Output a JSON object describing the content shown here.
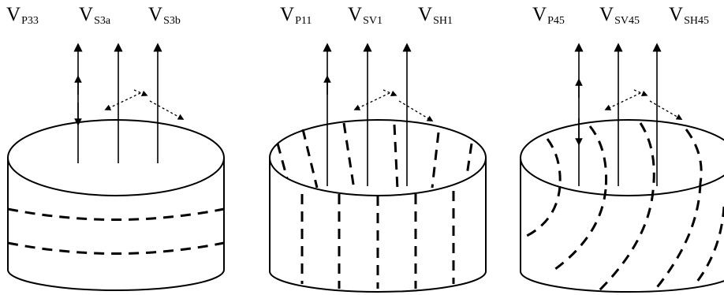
{
  "figure": {
    "panels": [
      {
        "id": "p33",
        "labels": [
          {
            "main": "V",
            "sub": "P33"
          },
          {
            "main": "V",
            "sub": "S3a"
          },
          {
            "main": "V",
            "sub": "S3b"
          }
        ],
        "layering": "horizontal"
      },
      {
        "id": "p11",
        "labels": [
          {
            "main": "V",
            "sub": "P11"
          },
          {
            "main": "V",
            "sub": "SV1"
          },
          {
            "main": "V",
            "sub": "SH1"
          }
        ],
        "layering": "vertical"
      },
      {
        "id": "p45",
        "labels": [
          {
            "main": "V",
            "sub": "P45"
          },
          {
            "main": "V",
            "sub": "SV45"
          },
          {
            "main": "V",
            "sub": "SH45"
          }
        ],
        "layering": "inclined-45"
      }
    ]
  }
}
